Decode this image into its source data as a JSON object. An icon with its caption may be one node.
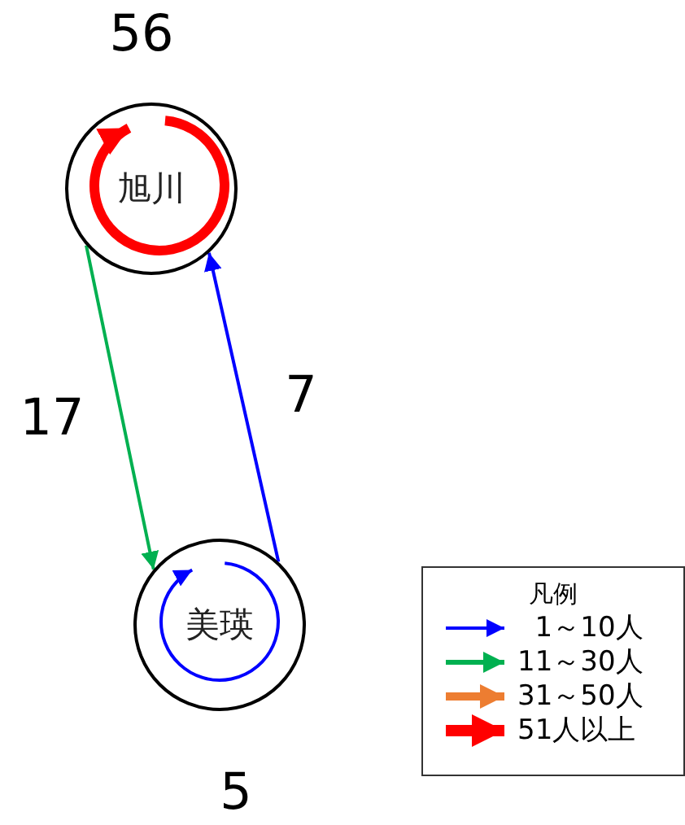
{
  "diagram": {
    "nodes": [
      {
        "text": [
          "旭川"
        ],
        "beside": [
          "56"
        ]
      },
      {
        "text": [
          "美瑛"
        ],
        "beside": [
          "5"
        ]
      }
    ],
    "edges": [
      {
        "from": 0,
        "to": 0,
        "arrow": "to",
        "style": "thick",
        "color": "#ff0000"
      },
      {
        "from": 0,
        "to": 1,
        "arrow": "to",
        "label": "17",
        "color": "#00b050"
      },
      {
        "from": 1,
        "to": 0,
        "arrow": "to",
        "label": "7",
        "color": "#0000ff"
      },
      {
        "from": 1,
        "to": 1,
        "arrow": "to",
        "color": "#0000ff"
      }
    ],
    "labels": [
      "凡例"
    ],
    "legend": [
      {
        "text": "  1～10人",
        "color": "#0000ff"
      },
      {
        "text": "11～30人",
        "color": "#00b050"
      },
      {
        "text": "31～50人",
        "color": "#ed7d31"
      },
      {
        "text": "51人以上",
        "color": "#ff0000"
      }
    ]
  }
}
